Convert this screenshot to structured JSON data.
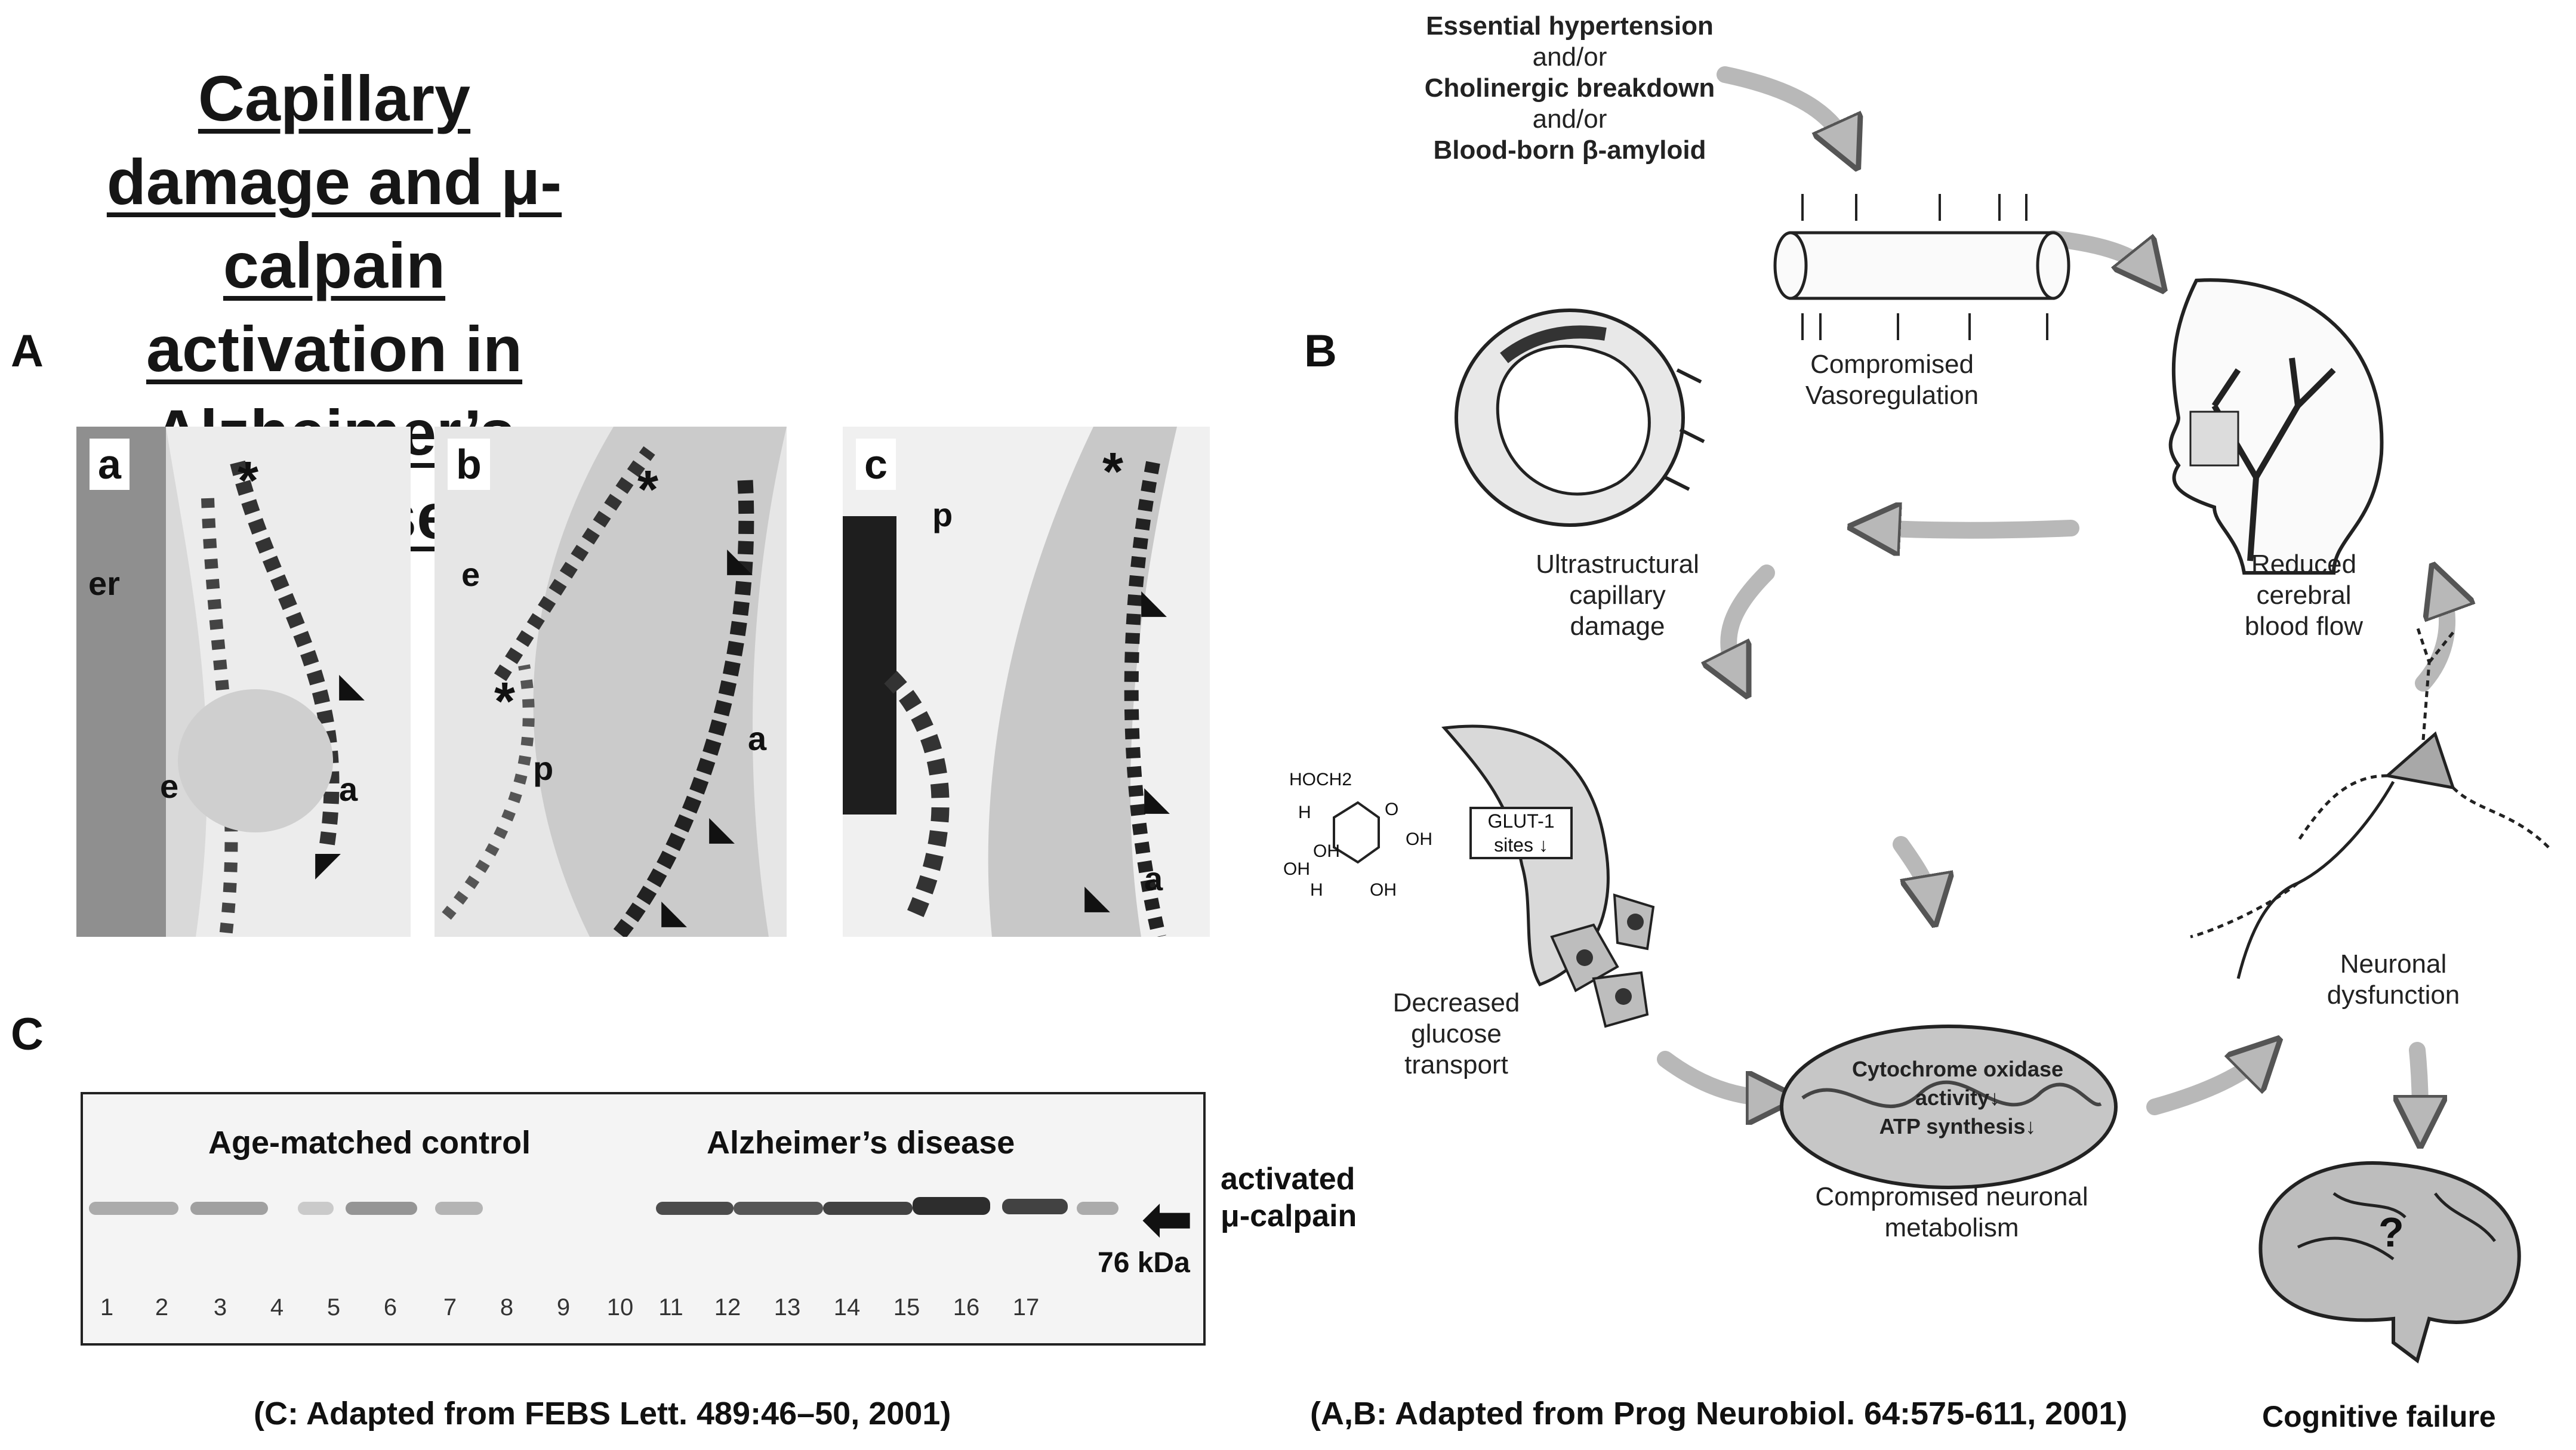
{
  "title": {
    "line1": "Capillary damage and μ-calpain",
    "line2": "activation in Alzheimer’s disease"
  },
  "panel_A": {
    "letter": "A",
    "subpanels": [
      {
        "tag": "a",
        "labels": [
          "er",
          "e",
          "a"
        ]
      },
      {
        "tag": "b",
        "labels": [
          "e",
          "p",
          "a"
        ]
      },
      {
        "tag": "c",
        "labels": [
          "p",
          "a"
        ]
      }
    ],
    "asterisk": "*"
  },
  "panel_C": {
    "letter": "C",
    "group_labels": [
      "Age-matched control",
      "Alzheimer’s disease"
    ],
    "band_label_line1": "activated",
    "band_label_line2": "μ-calpain",
    "kda": "76 kDa",
    "lanes": [
      "1",
      "2",
      "3",
      "4",
      "5",
      "6",
      "7",
      "8",
      "9",
      "10",
      "11",
      "12",
      "13",
      "14",
      "15",
      "16",
      "17"
    ],
    "caption": "(C: Adapted from FEBS Lett. 489:46–50, 2001)"
  },
  "panel_B": {
    "letter": "B",
    "causes": [
      "Essential hypertension",
      "and/or",
      "Cholinergic breakdown",
      "and/or",
      "Blood-born β-amyloid"
    ],
    "vasoregulation": [
      "Compromised",
      "Vasoregulation"
    ],
    "blood_flow": [
      "Reduced",
      "cerebral",
      "blood flow"
    ],
    "capillary": [
      "Ultrastructural",
      "capillary",
      "damage"
    ],
    "glucose_formula": {
      "hoch2": "HOCH2",
      "h": "H",
      "o": "O",
      "oh": "OH"
    },
    "glut": [
      "GLUT-1",
      "sites ↓"
    ],
    "glucose": [
      "Decreased",
      "glucose",
      "transport"
    ],
    "mito": [
      "Cytochrome oxidase",
      "activity↓",
      "ATP synthesis↓"
    ],
    "metabolism": [
      "Compromised neuronal",
      "metabolism"
    ],
    "neuronal": [
      "Neuronal",
      "dysfunction"
    ],
    "brain_mark": "?",
    "cognitive": "Cognitive failure",
    "caption": "(A,B: Adapted from Prog Neurobiol. 64:575-611, 2001)"
  },
  "colors": {
    "arrow_fill": "#b8b8b8",
    "arrow_stroke": "#555555",
    "micro_bg": "#d9d9d9",
    "dark": "#111111"
  }
}
